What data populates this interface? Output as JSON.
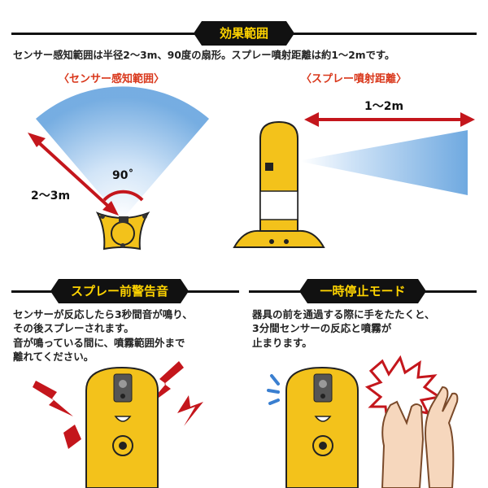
{
  "effect": {
    "title": "効果範囲",
    "description": "センサー感知範囲は半径2〜3m、90度の扇形。スプレー噴射距離は約1〜2mです。",
    "left_subtitle": "〈センサー感知範囲〉",
    "right_subtitle": "〈スプレー噴射距離〉",
    "angle_label": "90˚",
    "radius_label": "2〜3m",
    "distance_label": "1〜2m"
  },
  "warning": {
    "title": "スプレー前警告音",
    "lines": [
      "センサーが反応したら3秒間音が鳴り、",
      "その後スプレーされます。",
      "音が鳴っている間に、噴霧範囲外まで",
      "離れてください。"
    ]
  },
  "pause": {
    "title": "一時停止モード",
    "lines": [
      "器具の前を通過する際に手をたたくと、",
      "3分間センサーの反応と噴霧が",
      "止まります。"
    ]
  },
  "colors": {
    "accent_red": "#c4161c",
    "header_yellow": "#ffd400",
    "device_yellow": "#f3c21b",
    "spray_blue": "#7fb6e6"
  }
}
